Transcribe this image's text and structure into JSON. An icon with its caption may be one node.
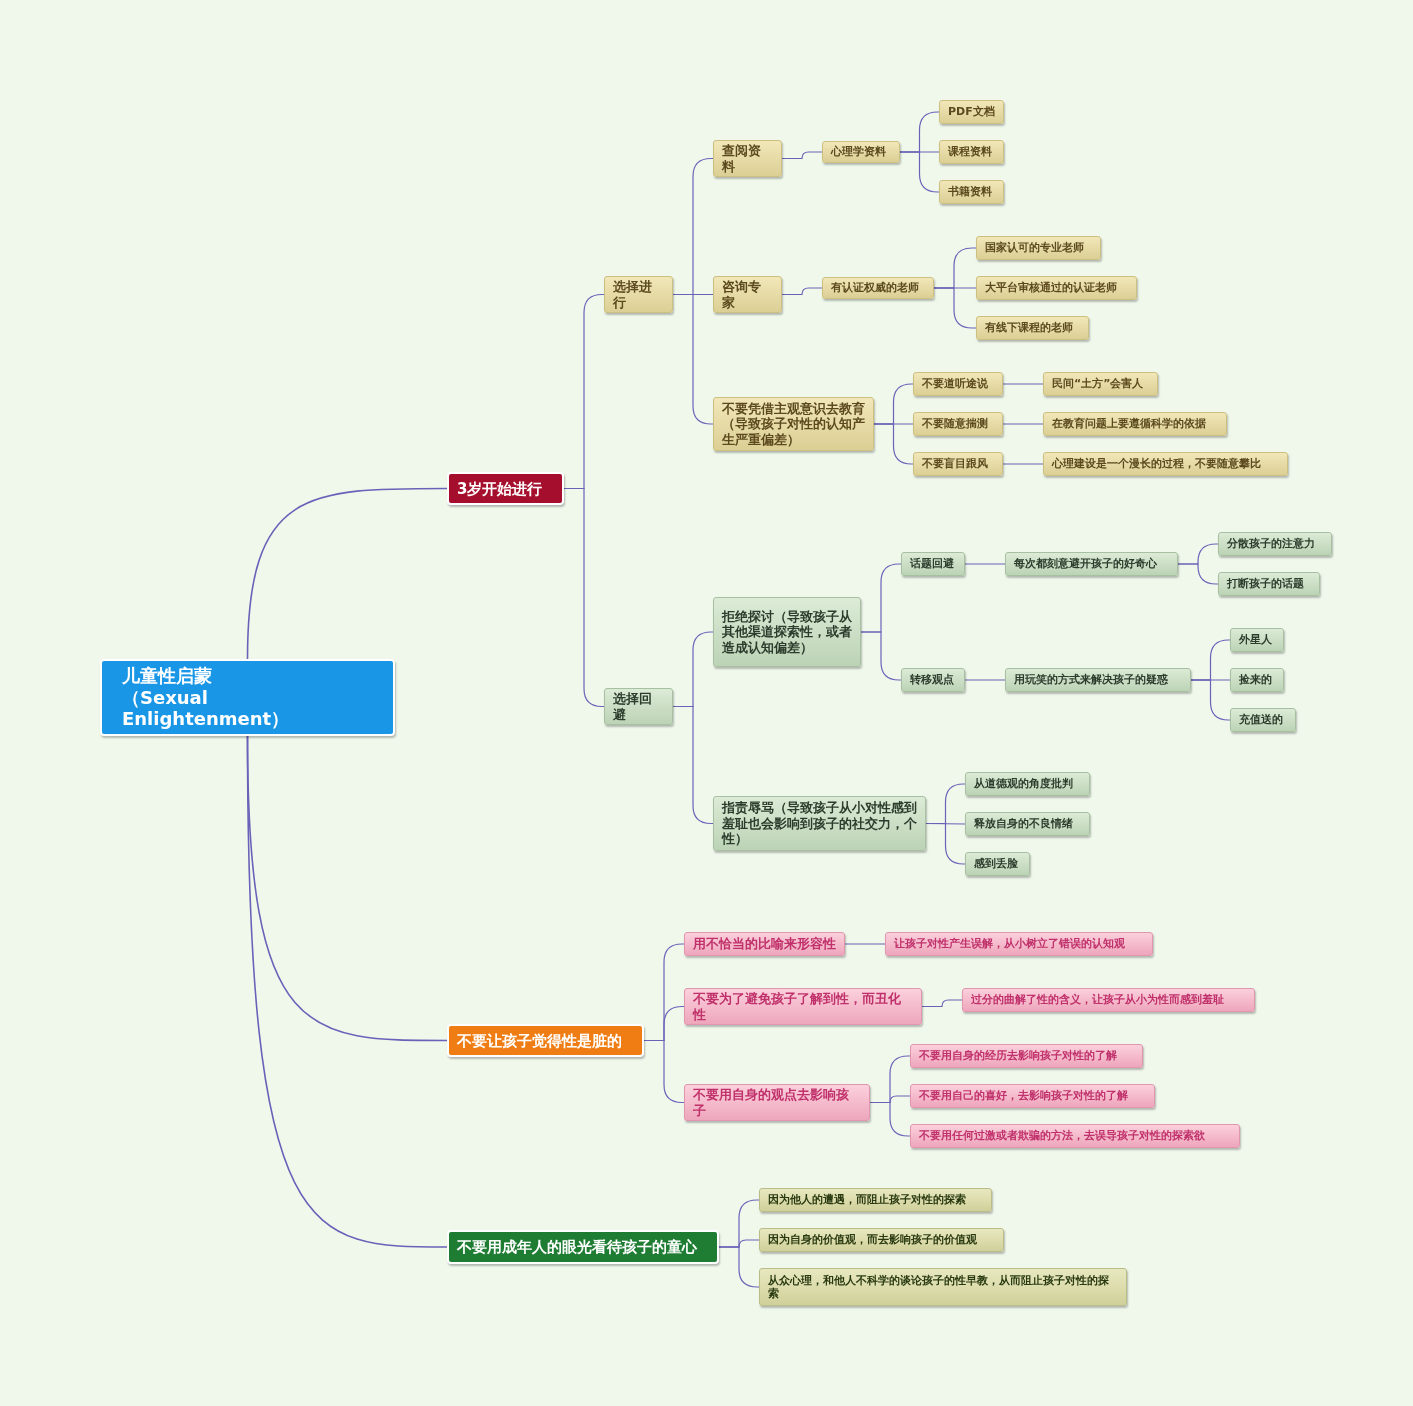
{
  "diagram": {
    "nodes": [
      {
        "text": [
          "儿童性启蒙",
          "（Sexual Enlightenment）"
        ]
      },
      {
        "text": [
          "3岁开始进行"
        ]
      },
      {
        "text": [
          "选择进行"
        ]
      },
      {
        "text": [
          "查阅资料"
        ]
      },
      {
        "text": [
          "心理学资料"
        ]
      },
      {
        "text": [
          "PDF文档"
        ]
      },
      {
        "text": [
          "课程资料"
        ]
      },
      {
        "text": [
          "书籍资料"
        ]
      },
      {
        "text": [
          "咨询专家"
        ]
      },
      {
        "text": [
          "有认证权威的老师"
        ]
      },
      {
        "text": [
          "国家认可的专业老师"
        ]
      },
      {
        "text": [
          "大平台审核通过的认证老师"
        ]
      },
      {
        "text": [
          "有线下课程的老师"
        ]
      },
      {
        "text": [
          "不要凭借主观意识去教育（导致孩子对性的认知产生严重偏差）"
        ]
      },
      {
        "text": [
          "不要道听途说"
        ]
      },
      {
        "text": [
          "民间“土方”会害人"
        ]
      },
      {
        "text": [
          "不要随意揣测"
        ]
      },
      {
        "text": [
          "在教育问题上要遵循科学的依据"
        ]
      },
      {
        "text": [
          "不要盲目跟风"
        ]
      },
      {
        "text": [
          "心理建设是一个漫长的过程，不要随意攀比"
        ]
      },
      {
        "text": [
          "选择回避"
        ]
      },
      {
        "text": [
          "拒绝探讨（导致孩子从其他渠道探索性，或者造成认知偏差）"
        ]
      },
      {
        "text": [
          "话题回避"
        ]
      },
      {
        "text": [
          "每次都刻意避开孩子的好奇心"
        ]
      },
      {
        "text": [
          "分散孩子的注意力"
        ]
      },
      {
        "text": [
          "打断孩子的话题"
        ]
      },
      {
        "text": [
          "转移观点"
        ]
      },
      {
        "text": [
          "用玩笑的方式来解决孩子的疑惑"
        ]
      },
      {
        "text": [
          "外星人"
        ]
      },
      {
        "text": [
          "捡来的"
        ]
      },
      {
        "text": [
          "充值送的"
        ]
      },
      {
        "text": [
          "指责辱骂（导致孩子从小对性感到羞耻也会影响到孩子的社交力，个性）"
        ]
      },
      {
        "text": [
          "从道德观的角度批判"
        ]
      },
      {
        "text": [
          "释放自身的不良情绪"
        ]
      },
      {
        "text": [
          "感到丢脸"
        ]
      },
      {
        "text": [
          "不要让孩子觉得性是脏的"
        ]
      },
      {
        "text": [
          "用不恰当的比喻来形容性"
        ]
      },
      {
        "text": [
          "让孩子对性产生误解，从小树立了错误的认知观"
        ]
      },
      {
        "text": [
          "不要为了避免孩子了解到性，而丑化性"
        ]
      },
      {
        "text": [
          "过分的曲解了性的含义，让孩子从小为性而感到羞耻"
        ]
      },
      {
        "text": [
          "不要用自身的观点去影响孩子"
        ]
      },
      {
        "text": [
          "不要用自身的经历去影响孩子对性的了解"
        ]
      },
      {
        "text": [
          "不要用自己的喜好，去影响孩子对性的了解"
        ]
      },
      {
        "text": [
          "不要用任何过激或者欺骗的方法，去误导孩子对性的探索欲"
        ]
      },
      {
        "text": [
          "不要用成年人的眼光看待孩子的童心"
        ]
      },
      {
        "text": [
          "因为他人的遭遇，而阻止孩子对性的探索"
        ]
      },
      {
        "text": [
          "因为自身的价值观，而去影响孩子的价值观"
        ]
      },
      {
        "text": [
          "从众心理，和他人不科学的谈论孩子的性早教，从而阻止孩子对性的探索"
        ]
      }
    ],
    "edges": [
      {
        "from": 0,
        "to": 1,
        "arrow": "none"
      },
      {
        "from": 1,
        "to": 2,
        "arrow": "none"
      },
      {
        "from": 2,
        "to": 3,
        "arrow": "none"
      },
      {
        "from": 3,
        "to": 4,
        "arrow": "none"
      },
      {
        "from": 4,
        "to": 5,
        "arrow": "none"
      },
      {
        "from": 4,
        "to": 6,
        "arrow": "none"
      },
      {
        "from": 4,
        "to": 7,
        "arrow": "none"
      },
      {
        "from": 2,
        "to": 8,
        "arrow": "none"
      },
      {
        "from": 8,
        "to": 9,
        "arrow": "none"
      },
      {
        "from": 9,
        "to": 10,
        "arrow": "none"
      },
      {
        "from": 9,
        "to": 11,
        "arrow": "none"
      },
      {
        "from": 9,
        "to": 12,
        "arrow": "none"
      },
      {
        "from": 2,
        "to": 13,
        "arrow": "none"
      },
      {
        "from": 13,
        "to": 14,
        "arrow": "none"
      },
      {
        "from": 14,
        "to": 15,
        "arrow": "none"
      },
      {
        "from": 13,
        "to": 16,
        "arrow": "none"
      },
      {
        "from": 16,
        "to": 17,
        "arrow": "none"
      },
      {
        "from": 13,
        "to": 18,
        "arrow": "none"
      },
      {
        "from": 18,
        "to": 19,
        "arrow": "none"
      },
      {
        "from": 1,
        "to": 20,
        "arrow": "none"
      },
      {
        "from": 20,
        "to": 21,
        "arrow": "none"
      },
      {
        "from": 21,
        "to": 22,
        "arrow": "none"
      },
      {
        "from": 22,
        "to": 23,
        "arrow": "none"
      },
      {
        "from": 23,
        "to": 24,
        "arrow": "none"
      },
      {
        "from": 23,
        "to": 25,
        "arrow": "none"
      },
      {
        "from": 21,
        "to": 26,
        "arrow": "none"
      },
      {
        "from": 26,
        "to": 27,
        "arrow": "none"
      },
      {
        "from": 27,
        "to": 28,
        "arrow": "none"
      },
      {
        "from": 27,
        "to": 29,
        "arrow": "none"
      },
      {
        "from": 27,
        "to": 30,
        "arrow": "none"
      },
      {
        "from": 20,
        "to": 31,
        "arrow": "none"
      },
      {
        "from": 31,
        "to": 32,
        "arrow": "none"
      },
      {
        "from": 31,
        "to": 33,
        "arrow": "none"
      },
      {
        "from": 31,
        "to": 34,
        "arrow": "none"
      },
      {
        "from": 0,
        "to": 35,
        "arrow": "none"
      },
      {
        "from": 35,
        "to": 36,
        "arrow": "none"
      },
      {
        "from": 36,
        "to": 37,
        "arrow": "none"
      },
      {
        "from": 35,
        "to": 38,
        "arrow": "none"
      },
      {
        "from": 38,
        "to": 39,
        "arrow": "none"
      },
      {
        "from": 35,
        "to": 40,
        "arrow": "none"
      },
      {
        "from": 40,
        "to": 41,
        "arrow": "none"
      },
      {
        "from": 40,
        "to": 42,
        "arrow": "none"
      },
      {
        "from": 40,
        "to": 43,
        "arrow": "none"
      },
      {
        "from": 0,
        "to": 44,
        "arrow": "none"
      },
      {
        "from": 44,
        "to": 45,
        "arrow": "none"
      },
      {
        "from": 44,
        "to": 46,
        "arrow": "none"
      },
      {
        "from": 44,
        "to": 47,
        "arrow": "none"
      }
    ]
  }
}
